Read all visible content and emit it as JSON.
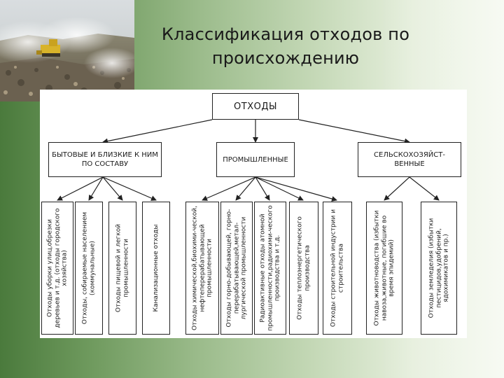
{
  "slide": {
    "title_line1": "Классификация отходов по",
    "title_line2": "происхождению"
  },
  "diagram": {
    "root": "ОТХОДЫ",
    "categories": [
      {
        "label": "БЫТОВЫЕ И БЛИЗКИЕ К НИМ ПО СОСТАВУ"
      },
      {
        "label": "ПРОМЫШЛЕННЫЕ"
      },
      {
        "label": "СЕЛЬСКОХОЗЯЙСТ-ВЕННЫЕ"
      }
    ],
    "leaves": [
      "Отходы уборки улиц,обрезки деревьев и т.д. (отходы городского хозяйства)",
      "Отходы, собираемые населением (коммунальные)",
      "Отходы пищевой и легкой промышленности",
      "Канализационные отходы",
      "Отходы химической,биохими-ческой, нефтеперерабатывающей промышленности",
      "Отходы горно-добывающей, горно-перерабатывающей,метал-лургической промышленности",
      "Радиоактивные отходы атомной промышленности,радиохими-ческого производства и т.д.",
      "Отходы теплоэнергетического производства",
      "Отходы строительной индустрии и строительства",
      "Отходы животноводства (избытки навоза,животные, погибшие во время эпидемий)",
      "Отходы земледелия (избытки пестицидов,удобрений, ядохимикатов и пр.)"
    ]
  }
}
